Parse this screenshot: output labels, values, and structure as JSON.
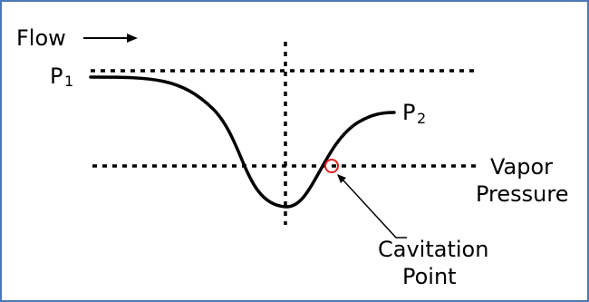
{
  "labels": {
    "flow": "Flow",
    "p1": "P",
    "p1_sub": "1",
    "p2": "P",
    "p2_sub": "2",
    "vapor": "Vapor",
    "pressure": "Pressure",
    "cavitation": "Cavitation",
    "point": "Point"
  },
  "colors": {
    "frame_border": "#4a78b8",
    "line": "#000000",
    "marker": "#e02020"
  }
}
